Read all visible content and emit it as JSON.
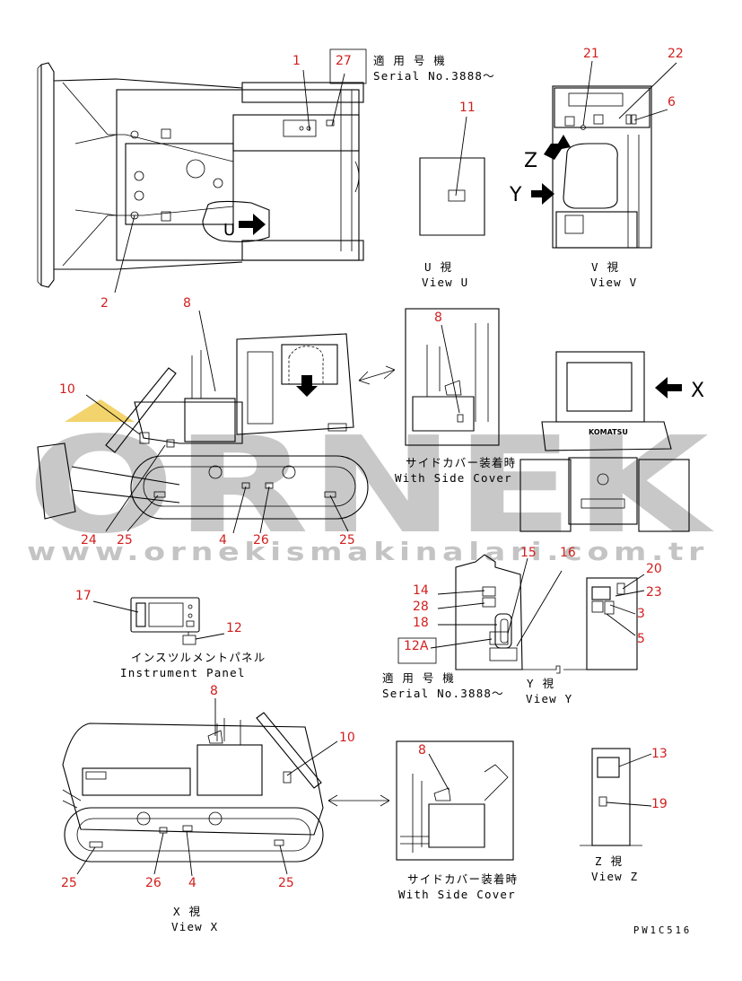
{
  "watermark": {
    "brand": "ORNEK",
    "url": "www.ornekismakinalari.com.tr"
  },
  "captions": {
    "serial_label_top": "適 用 号 機",
    "serial_top": "Serial No.3888～",
    "view_u_jp": "U  視",
    "view_u": "View U",
    "view_v_jp": "V  視",
    "view_v": "View V",
    "side_cover_jp_1": "サイドカバー装着時",
    "side_cover_1": "With Side Cover",
    "panel_jp": "インスツルメントパネル",
    "panel": "Instrument Panel",
    "serial_label_mid": "適 用 号 機",
    "serial_mid": "Serial No.3888～",
    "view_y_jp": "Y  視",
    "view_y": "View Y",
    "side_cover_jp_2": "サイドカバー装着時",
    "side_cover_2": "With Side Cover",
    "view_z_jp": "Z  視",
    "view_z": "View Z",
    "view_x_jp": "X  視",
    "view_x": "View X",
    "drawing_code": "PW1C516",
    "letter_u": "U",
    "letter_y": "Y",
    "letter_z": "Z",
    "letter_x": "X",
    "brand_plate": "KOMATSU"
  },
  "callouts": {
    "c1": "1",
    "c27": "27",
    "c2": "2",
    "c11": "11",
    "c21": "21",
    "c22": "22",
    "c6": "6",
    "c8a": "8",
    "c8b": "8",
    "c10a": "10",
    "c24": "24",
    "c25a": "25",
    "c4a": "4",
    "c26a": "26",
    "c25b": "25",
    "c17": "17",
    "c12": "12",
    "c14": "14",
    "c15": "15",
    "c16": "16",
    "c28": "28",
    "c18": "18",
    "c12a": "12A",
    "c20": "20",
    "c23": "23",
    "c3": "3",
    "c5": "5",
    "c8c": "8",
    "c10b": "10",
    "c25c": "25",
    "c26b": "26",
    "c4b": "4",
    "c25d": "25",
    "c8d": "8",
    "c13": "13",
    "c19": "19"
  },
  "colors": {
    "callout": "#d21e1e",
    "watermark": "#c8c8c8",
    "watermark_accent": "#f3d36b"
  }
}
